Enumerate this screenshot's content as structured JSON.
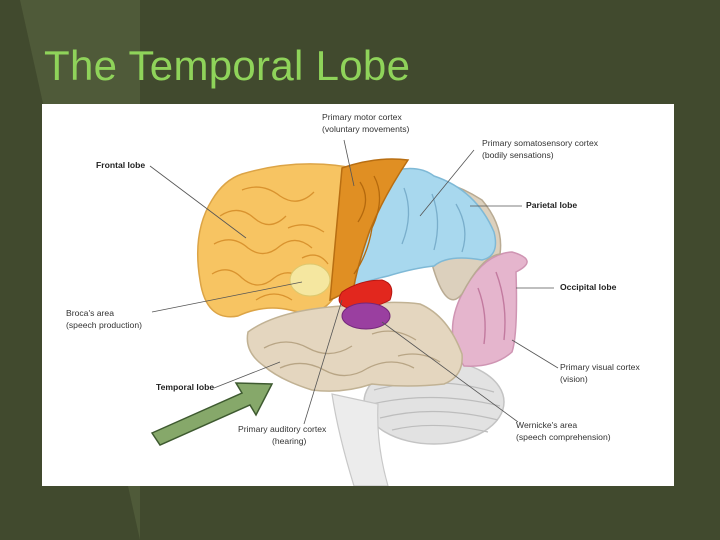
{
  "slide": {
    "title": "The Temporal Lobe"
  },
  "labels": {
    "frontal_lobe": "Frontal lobe",
    "primary_motor_cortex": "Primary motor cortex",
    "primary_motor_cortex_sub": "(voluntary movements)",
    "primary_somatosensory_cortex": "Primary somatosensory cortex",
    "primary_somatosensory_cortex_sub": "(bodily sensations)",
    "parietal_lobe": "Parietal lobe",
    "occipital_lobe": "Occipital lobe",
    "brocas_area": "Broca's area",
    "brocas_area_sub": "(speech production)",
    "temporal_lobe": "Temporal lobe",
    "primary_visual_cortex": "Primary visual cortex",
    "primary_visual_cortex_sub": "(vision)",
    "primary_auditory_cortex": "Primary auditory cortex",
    "primary_auditory_cortex_sub": "(hearing)",
    "wernickes_area": "Wernicke's area",
    "wernickes_area_sub": "(speech comprehension)"
  },
  "colors": {
    "background": "#414a2e",
    "title": "#8fd35a",
    "frontal": "#f7c462",
    "motor": "#e08f23",
    "somatosensory": "#a8d8ee",
    "parietal": "#dcd0bd",
    "occipital": "#e5b5cd",
    "temporal": "#e4d6bf",
    "broca": "#f5e7a0",
    "auditory": "#e2271e",
    "wernicke": "#9a3fa0",
    "cerebellum": "#e2e2e2",
    "arrow_fill": "#86a86a",
    "arrow_stroke": "#3e5a30"
  }
}
